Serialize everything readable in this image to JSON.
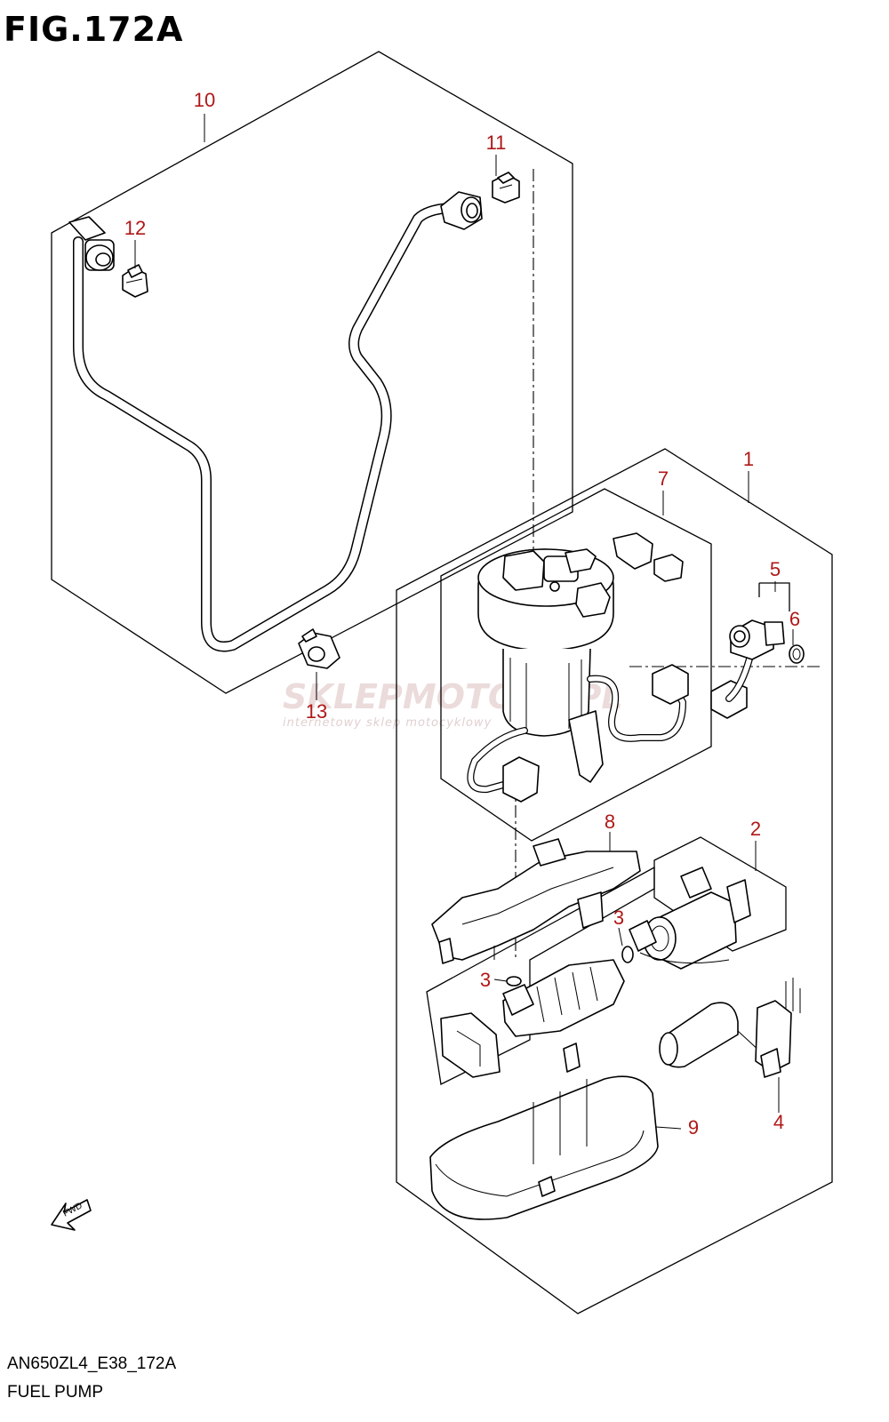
{
  "figure": {
    "title": "FIG.172A",
    "code": "AN650ZL4_E38_172A",
    "name": "FUEL PUMP"
  },
  "watermark": {
    "brand": "SKLEPMOTO24.PL",
    "tagline": "internetowy sklep motocyklowy"
  },
  "callouts": {
    "c1": "1",
    "c2": "2",
    "c3a": "3",
    "c3b": "3",
    "c4": "4",
    "c5": "5",
    "c6": "6",
    "c7": "7",
    "c8": "8",
    "c9": "9",
    "c10": "10",
    "c11": "11",
    "c12": "12",
    "c13": "13"
  },
  "fwd_label": "FWD",
  "colors": {
    "callout_text": "#b01818",
    "line_art": "#000000",
    "watermark": "#e9d8d8"
  }
}
